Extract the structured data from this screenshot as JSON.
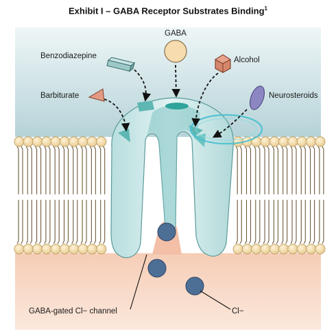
{
  "title": {
    "text": "Exhibit I – GABA Receptor Substrates Binding",
    "footnote": "1"
  },
  "labels": {
    "gaba": "GABA",
    "benzodiazepine": "Benzodiazepine",
    "alcohol": "Alcohol",
    "barbiturate": "Barbiturate",
    "neurosteroids": "Neurosteroids",
    "channel": "GABA-gated Cl− channel",
    "chloride": "Cl−"
  },
  "colors": {
    "sky_top": "#e6f2f4",
    "sky_bottom": "#bcd7dc",
    "bottom_fill": "#f3c1a9",
    "lipid_head": "#f4dfb4",
    "lipid_tail": "#6f5a3a",
    "channel": "#cfe8e8",
    "channel_edge": "#5a9a9a",
    "gaba": "#f7dcb0",
    "benzodiazepine": "#9fc9c9",
    "alcohol": "#d6866a",
    "barbiturate": "#e39a82",
    "neurosteroids": "#8c87c2",
    "chloride_ion": "#4d6e95",
    "ring": "#47c0cf"
  },
  "icons": [
    "gaba-molecule",
    "benzodiazepine-molecule",
    "alcohol-molecule",
    "barbiturate-molecule",
    "neurosteroid-molecule",
    "chloride-ion"
  ]
}
